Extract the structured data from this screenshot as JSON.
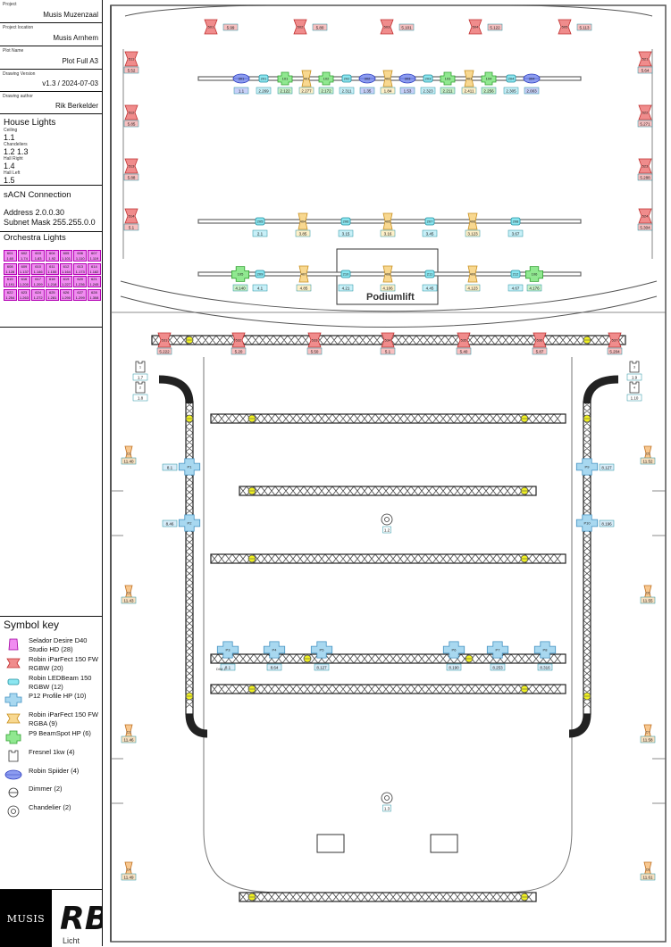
{
  "info": {
    "project_caption": "Project",
    "project": "Musis Muzenzaal",
    "location_caption": "Project location",
    "location": "Musis Arnhem",
    "plot_caption": "Plot Name",
    "plot": "Plot Full A3",
    "version_caption": "Drawing Version",
    "version": "v1.3 / 2024-07-03",
    "author_caption": "Drawing author",
    "author": "Rik Berkelder"
  },
  "house_lights": {
    "title": "House Lights",
    "items": [
      {
        "label": "Ceiling",
        "value": "1.1"
      },
      {
        "label": "Chandeliers",
        "value": "1.2 1.3"
      },
      {
        "label": "Hall Right",
        "value": "1.4"
      },
      {
        "label": "Hall Left",
        "value": "1.5"
      }
    ]
  },
  "sacn": {
    "title": "sACN Connection",
    "address": "Address 2.0.0.30",
    "subnet": "Subnet Mask 255.255.0.0"
  },
  "orchestra": {
    "title": "Orchestra Lights",
    "cells": [
      {
        "id": "601",
        "addr": "1.60"
      },
      {
        "id": "602",
        "addr": "1.74"
      },
      {
        "id": "603",
        "addr": "1.83"
      },
      {
        "id": "604",
        "addr": "1.92"
      },
      {
        "id": "605",
        "addr": "1.101"
      },
      {
        "id": "606",
        "addr": "1.110"
      },
      {
        "id": "607",
        "addr": "1.119"
      },
      {
        "id": "608",
        "addr": "1.128"
      },
      {
        "id": "609",
        "addr": "1.137"
      },
      {
        "id": "610",
        "addr": "1.146"
      },
      {
        "id": "611",
        "addr": "1.155"
      },
      {
        "id": "612",
        "addr": "1.164"
      },
      {
        "id": "613",
        "addr": "1.173"
      },
      {
        "id": "614",
        "addr": "1.182"
      },
      {
        "id": "615",
        "addr": "1.191"
      },
      {
        "id": "616",
        "addr": "1.200"
      },
      {
        "id": "617",
        "addr": "1.209"
      },
      {
        "id": "618",
        "addr": "1.218"
      },
      {
        "id": "619",
        "addr": "1.227"
      },
      {
        "id": "620",
        "addr": "1.236"
      },
      {
        "id": "621",
        "addr": "1.245"
      },
      {
        "id": "622",
        "addr": "1.254"
      },
      {
        "id": "623",
        "addr": "1.263"
      },
      {
        "id": "624",
        "addr": "1.272"
      },
      {
        "id": "625",
        "addr": "1.281"
      },
      {
        "id": "626",
        "addr": "1.290"
      },
      {
        "id": "627",
        "addr": "1.299"
      },
      {
        "id": "628",
        "addr": "1.308"
      }
    ]
  },
  "symbol_key": {
    "title": "Symbol key",
    "items": [
      {
        "label": "Selador Desire D40 Studio HD (28)",
        "symbol": "selador",
        "color": "#f08cf0"
      },
      {
        "label": "Robin iParFect 150 FW RGBW (20)",
        "symbol": "parfect-rgbw",
        "color": "#f08c8c"
      },
      {
        "label": "Robin LEDBeam 150 RGBW (12)",
        "symbol": "ledbeam",
        "color": "#8ce6f0"
      },
      {
        "label": "P12 Profile HP (10)",
        "symbol": "profile",
        "color": "#a8d8f0"
      },
      {
        "label": "Robin iParFect 150 FW RGBA (9)",
        "symbol": "parfect-rgba",
        "color": "#f8d890"
      },
      {
        "label": "P9 BeamSpot HP (6)",
        "symbol": "beamspot",
        "color": "#90e890"
      },
      {
        "label": "Fresnel 1kw (4)",
        "symbol": "fresnel",
        "color": "#ffffff"
      },
      {
        "label": "Robin Spiider (4)",
        "symbol": "spiider",
        "color": "#8c9cf0"
      },
      {
        "label": "Dimmer (2)",
        "symbol": "dimmer",
        "color": "#ffffff"
      },
      {
        "label": "Chandelier (2)",
        "symbol": "chandelier",
        "color": "#ffffff"
      }
    ]
  },
  "logos": {
    "musis": "MUSIS",
    "rb_sub": "Licht"
  },
  "plan": {
    "podiumlift": "Podiumlift",
    "top_pars": [
      {
        "id": "501",
        "addr": "5.99"
      },
      {
        "id": "502",
        "addr": "5.80"
      },
      {
        "id": "503",
        "addr": "5.101"
      },
      {
        "id": "504",
        "addr": "5.122"
      },
      {
        "id": "505",
        "addr": "5.113"
      }
    ],
    "left_side_pars": [
      {
        "id": "511",
        "addr": "5.52"
      },
      {
        "id": "512",
        "addr": "5.85"
      },
      {
        "id": "513",
        "addr": "5.88"
      },
      {
        "id": "514",
        "addr": "5.1"
      }
    ],
    "right_side_pars": [
      {
        "id": "521",
        "addr": "5.64"
      },
      {
        "id": "522",
        "addr": "5.271"
      },
      {
        "id": "523",
        "addr": "5.288"
      },
      {
        "id": "524",
        "addr": "5.304"
      }
    ],
    "bar1": [
      {
        "type": "spiider",
        "id": "301",
        "addr": "1.1"
      },
      {
        "type": "ledbeam",
        "id": "201",
        "addr": "2.269"
      },
      {
        "type": "beamspot",
        "id": "101",
        "addr": "2.122"
      },
      {
        "type": "rgba",
        "id": "401",
        "addr": "2.277"
      },
      {
        "type": "beamspot",
        "id": "102",
        "addr": "2.172"
      },
      {
        "type": "ledbeam",
        "id": "202",
        "addr": "2.311"
      },
      {
        "type": "spiider",
        "id": "302",
        "addr": "1.35"
      },
      {
        "type": "rgba",
        "id": "402",
        "addr": "1.84"
      },
      {
        "type": "spiider",
        "id": "303",
        "addr": "1.53"
      },
      {
        "type": "ledbeam",
        "id": "203",
        "addr": "2.323"
      },
      {
        "type": "beamspot",
        "id": "103",
        "addr": "2.211"
      },
      {
        "type": "rgba",
        "id": "403",
        "addr": "2.411"
      },
      {
        "type": "beamspot",
        "id": "104",
        "addr": "2.256"
      },
      {
        "type": "ledbeam",
        "id": "204",
        "addr": "2.305"
      },
      {
        "type": "spiider",
        "id": "304",
        "addr": "2.003"
      }
    ],
    "bar2": [
      {
        "type": "ledbeam",
        "id": "205",
        "addr": "2.1"
      },
      {
        "type": "rgba",
        "id": "404",
        "addr": "3.85"
      },
      {
        "type": "ledbeam",
        "id": "206",
        "addr": "3.15"
      },
      {
        "type": "rgba",
        "id": "405",
        "addr": "3.16"
      },
      {
        "type": "ledbeam",
        "id": "207",
        "addr": "3.45"
      },
      {
        "type": "rgba",
        "id": "406",
        "addr": "3.123"
      },
      {
        "type": "ledbeam",
        "id": "208",
        "addr": "3.67"
      }
    ],
    "bar3": [
      {
        "type": "beamspot",
        "id": "105",
        "addr": "4.140"
      },
      {
        "type": "ledbeam",
        "id": "209",
        "addr": "4.1"
      },
      {
        "type": "rgba",
        "id": "407",
        "addr": "4.85"
      },
      {
        "type": "ledbeam",
        "id": "210",
        "addr": "4.21"
      },
      {
        "type": "rgba",
        "id": "408",
        "addr": "4.106"
      },
      {
        "type": "ledbeam",
        "id": "211",
        "addr": "4.45"
      },
      {
        "type": "rgba",
        "id": "409",
        "addr": "4.123"
      },
      {
        "type": "ledbeam",
        "id": "212",
        "addr": "4.67"
      },
      {
        "type": "beamspot",
        "id": "106",
        "addr": "4.176"
      }
    ],
    "truss_pars": [
      {
        "id": "531",
        "addr": "5.222"
      },
      {
        "id": "532",
        "addr": "5.20"
      },
      {
        "id": "533",
        "addr": "5.50"
      },
      {
        "id": "534",
        "addr": "5.1"
      },
      {
        "id": "535",
        "addr": "5.40"
      },
      {
        "id": "536",
        "addr": "5.87"
      },
      {
        "id": "537",
        "addr": "5.204"
      }
    ],
    "fresnels": [
      {
        "id": "1",
        "addr": "1.7"
      },
      {
        "id": "2",
        "addr": "1.8"
      },
      {
        "id": "3",
        "addr": "1.9"
      },
      {
        "id": "4",
        "addr": "1.10"
      }
    ],
    "side_orange_left": [
      {
        "id": "C1",
        "addr": "11.40"
      },
      {
        "id": "C2",
        "addr": "11.43"
      },
      {
        "id": "C3",
        "addr": "11.46"
      },
      {
        "id": "C4",
        "addr": "11.49"
      }
    ],
    "side_orange_right": [
      {
        "id": "C5",
        "addr": "11.52"
      },
      {
        "id": "C6",
        "addr": "11.55"
      },
      {
        "id": "C7",
        "addr": "11.58"
      },
      {
        "id": "C8",
        "addr": "11.61"
      }
    ],
    "left_profiles": [
      {
        "id": "P1",
        "addr": "8.1"
      },
      {
        "id": "P2",
        "addr": "8.46"
      }
    ],
    "right_profiles": [
      {
        "id": "P9",
        "addr": "8.127"
      },
      {
        "id": "P10",
        "addr": "8.196"
      }
    ],
    "row_profiles": [
      {
        "id": "P3",
        "addr": "8.1"
      },
      {
        "id": "P4",
        "addr": "8.64"
      },
      {
        "id": "P5",
        "addr": "8.127"
      },
      {
        "id": "P6",
        "addr": "8.190"
      },
      {
        "id": "P7",
        "addr": "8.253"
      },
      {
        "id": "P8",
        "addr": "8.316"
      }
    ],
    "dimmer_label": "DIM 1",
    "chandeliers": [
      {
        "id": "CH1",
        "addr": "1.2"
      },
      {
        "id": "CH2",
        "addr": "1.3"
      }
    ]
  }
}
